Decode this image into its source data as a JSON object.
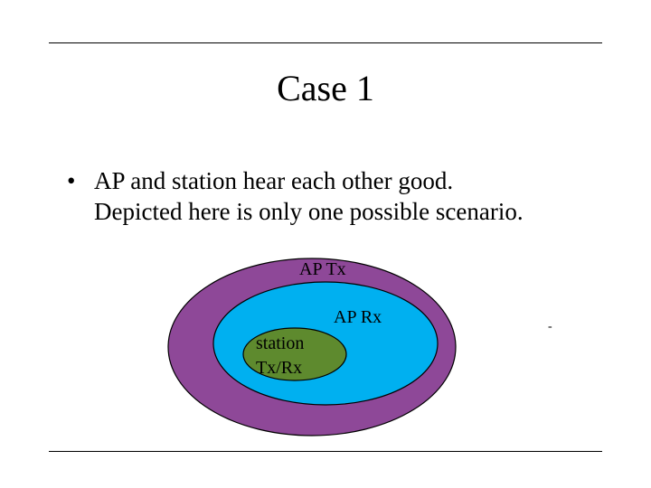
{
  "slide": {
    "title": "Case 1",
    "bullet": {
      "line1": "AP and station hear each other good.",
      "line2": "Depicted here is only one possible scenario."
    }
  },
  "diagram": {
    "outer_region_label": "AP Tx",
    "inner_region_label": "AP Rx",
    "station_label_line1": "station",
    "station_label_line2": "Tx/Rx",
    "stray_mark": "-",
    "colors": {
      "outer_region": "#8e4898",
      "inner_region": "#00b0f0",
      "station_region": "#5e8a2e",
      "outline": "#000000"
    }
  }
}
